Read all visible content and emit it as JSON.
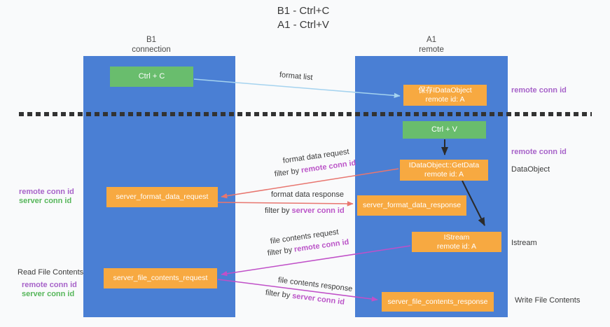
{
  "title": {
    "line1": "B1 - Ctrl+C",
    "line2": "A1 - Ctrl+V"
  },
  "columns": {
    "left": {
      "header_line1": "B1",
      "header_line2": "connection"
    },
    "right": {
      "header_line1": "A1",
      "header_line2": "remote"
    }
  },
  "boxes": {
    "ctrl_c": "Ctrl + C",
    "ctrl_v": "Ctrl + V",
    "save_dataobject": {
      "line1": "保存IDataObject",
      "line2": "remote id: A"
    },
    "getdata": {
      "line1": "IDataObject::GetData",
      "line2": "remote id: A"
    },
    "istream": {
      "line1": "IStream",
      "line2": "remote id: A"
    },
    "server_format_data_request": "server_format_data_request",
    "server_format_data_response": "server_format_data_response",
    "server_file_contents_request": "server_file_contents_request",
    "server_file_contents_response": "server_file_contents_response"
  },
  "flow": {
    "format_list": "format list",
    "filter_by": "filter by ",
    "format_data_request": "format data request",
    "format_data_response": "format data response",
    "file_contents_request": "file contents request",
    "file_contents_response": "file contents response",
    "remote_conn_id": "remote conn id",
    "server_conn_id": "server conn id"
  },
  "side": {
    "remote_conn_id": "remote conn id",
    "server_conn_id": "server conn id",
    "dataobject": "DataObject",
    "istream": "Istream",
    "read_file_contents": "Read File Contents",
    "write_file_contents": "Write File Contents"
  },
  "colors": {
    "column_blue": "#4a7fd4",
    "box_orange": "#f7a941",
    "box_green": "#69bd6d",
    "arrow_blue": "#a5d3ef",
    "arrow_red": "#e8766f",
    "arrow_magenta": "#c050c8",
    "arrow_black": "#2b2b2b",
    "text_purple": "#a763c9",
    "text_green": "#56b65a",
    "text_magenta": "#bb55c8",
    "dash_black": "#333333"
  }
}
